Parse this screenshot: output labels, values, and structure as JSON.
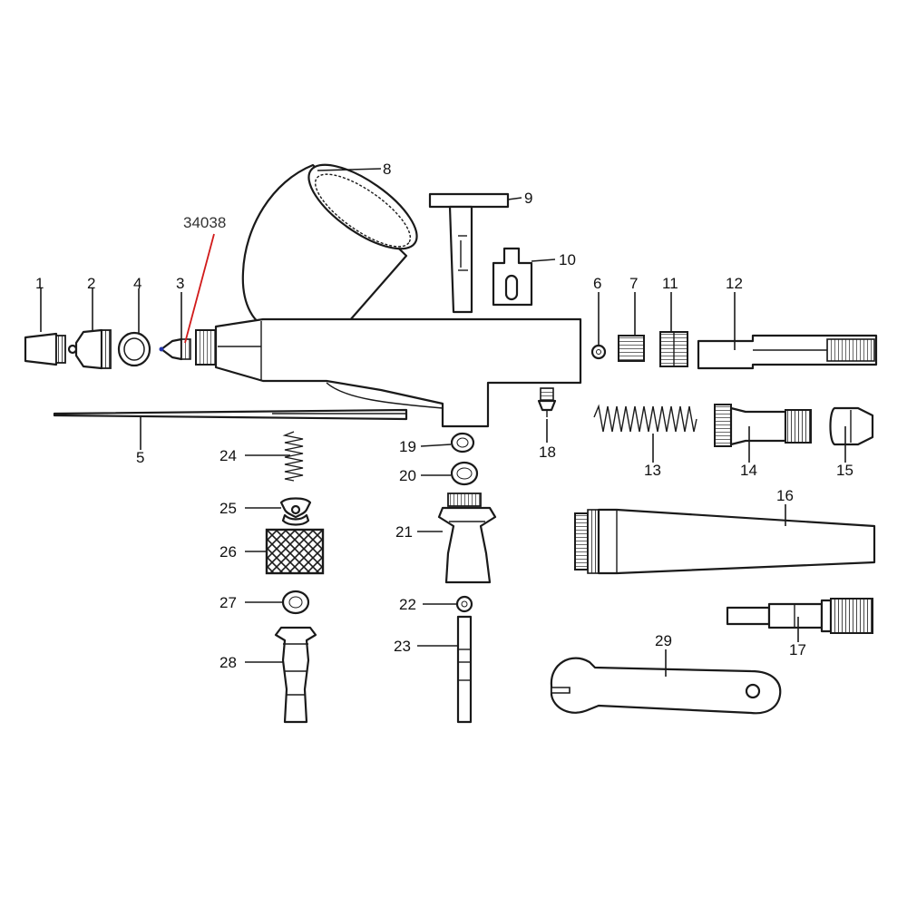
{
  "diagram": {
    "callout": {
      "text": "34038",
      "color": "#d11a1a"
    },
    "parts": [
      {
        "id": "1",
        "label": "1"
      },
      {
        "id": "2",
        "label": "2"
      },
      {
        "id": "3",
        "label": "3"
      },
      {
        "id": "4",
        "label": "4"
      },
      {
        "id": "5",
        "label": "5"
      },
      {
        "id": "6",
        "label": "6"
      },
      {
        "id": "7",
        "label": "7"
      },
      {
        "id": "8",
        "label": "8"
      },
      {
        "id": "9",
        "label": "9"
      },
      {
        "id": "10",
        "label": "10"
      },
      {
        "id": "11",
        "label": "11"
      },
      {
        "id": "12",
        "label": "12"
      },
      {
        "id": "13",
        "label": "13"
      },
      {
        "id": "14",
        "label": "14"
      },
      {
        "id": "15",
        "label": "15"
      },
      {
        "id": "16",
        "label": "16"
      },
      {
        "id": "17",
        "label": "17"
      },
      {
        "id": "18",
        "label": "18"
      },
      {
        "id": "19",
        "label": "19"
      },
      {
        "id": "20",
        "label": "20"
      },
      {
        "id": "21",
        "label": "21"
      },
      {
        "id": "22",
        "label": "22"
      },
      {
        "id": "23",
        "label": "23"
      },
      {
        "id": "24",
        "label": "24"
      },
      {
        "id": "25",
        "label": "25"
      },
      {
        "id": "26",
        "label": "26"
      },
      {
        "id": "27",
        "label": "27"
      },
      {
        "id": "28",
        "label": "28"
      },
      {
        "id": "29",
        "label": "29"
      }
    ]
  }
}
